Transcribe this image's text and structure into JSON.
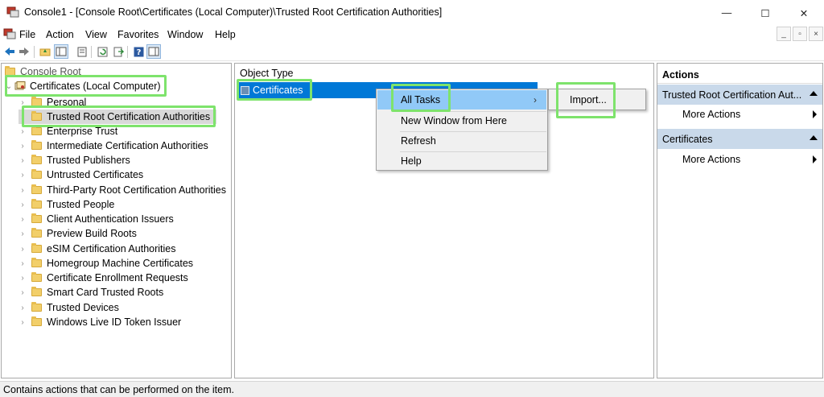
{
  "window": {
    "title": "Console1 - [Console Root\\Certificates (Local Computer)\\Trusted Root Certification Authorities]",
    "minimize_glyph": "—",
    "maximize_glyph": "☐",
    "close_glyph": "✕"
  },
  "menubar": {
    "items": [
      "File",
      "Action",
      "View",
      "Favorites",
      "Window",
      "Help"
    ],
    "mdi_buttons": [
      "_",
      "▫",
      "×"
    ]
  },
  "toolbar": {
    "icons": [
      "back-arrow-icon",
      "forward-arrow-icon",
      "up-folder-icon",
      "show-hide-tree-icon",
      "properties-icon",
      "refresh-icon",
      "export-list-icon",
      "help-icon",
      "show-hide-action-pane-icon"
    ]
  },
  "tree": {
    "root": "Console Root",
    "node": "Certificates (Local Computer)",
    "children": [
      "Personal",
      "Trusted Root Certification Authorities",
      "Enterprise Trust",
      "Intermediate Certification Authorities",
      "Trusted Publishers",
      "Untrusted Certificates",
      "Third-Party Root Certification Authorities",
      "Trusted People",
      "Client Authentication Issuers",
      "Preview Build Roots",
      "eSIM Certification Authorities",
      "Homegroup Machine Certificates",
      "Certificate Enrollment Requests",
      "Smart Card Trusted Roots",
      "Trusted Devices",
      "Windows Live ID Token Issuer"
    ],
    "selected": "Trusted Root Certification Authorities"
  },
  "list": {
    "column_header": "Object Type",
    "rows": [
      "Certificates"
    ]
  },
  "context_menu": {
    "items": [
      "All Tasks",
      "New Window from Here",
      "Refresh",
      "Help"
    ],
    "submenu_arrow": "›",
    "submenu": [
      "Import..."
    ]
  },
  "actions": {
    "header": "Actions",
    "sections": [
      {
        "title": "Trusted Root Certification Aut...",
        "item": "More Actions"
      },
      {
        "title": "Certificates",
        "item": "More Actions"
      }
    ]
  },
  "status": {
    "text": "Contains actions that can be performed on the item."
  },
  "colors": {
    "selection": "#0078d7",
    "menu_highlight": "#91c9f7",
    "actions_section": "#c9d9ea",
    "annotation_green": "#7ee36c"
  }
}
